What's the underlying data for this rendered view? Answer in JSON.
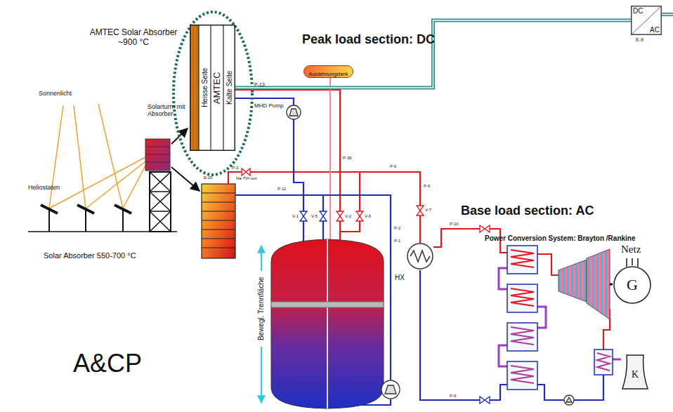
{
  "diagram": {
    "nodes": [
      {
        "text": [
          "Heisse Seite",
          "AMTEC",
          "Kalte Seite"
        ]
      },
      {
        "text": [
          "DC",
          "AC"
        ]
      },
      {
        "text": [
          "Ausdehnungstank"
        ]
      },
      {
        "text": [
          "HX"
        ]
      },
      {
        "text": [
          "G"
        ]
      },
      {
        "text": [
          "K"
        ]
      }
    ],
    "edges": [
      {
        "from": 0,
        "to": 1,
        "arrow": "none"
      }
    ],
    "labels": [
      "AMTEC Solar Absorber ~900 °C",
      "Peak load section: DC",
      "E-9",
      "P-13",
      "MHD Pump",
      "Sonnenlicht",
      "Solarturm mit Absorber",
      "Heliostaten",
      "Solar Absorber 550-700 °C",
      "E-20",
      "P-3",
      "Na-TVI-out",
      "P-36",
      "P-6",
      "P-6",
      "P-11",
      "V-1",
      "V-5",
      "V-2",
      "V-6",
      "V-7",
      "P-2",
      "P-1",
      "Base load section: AC",
      "Power Conversion System: Brayton /Rankine",
      "Netz",
      "P-10",
      "P-9",
      "Bewegl. Trennfläche",
      "A&CP"
    ]
  }
}
